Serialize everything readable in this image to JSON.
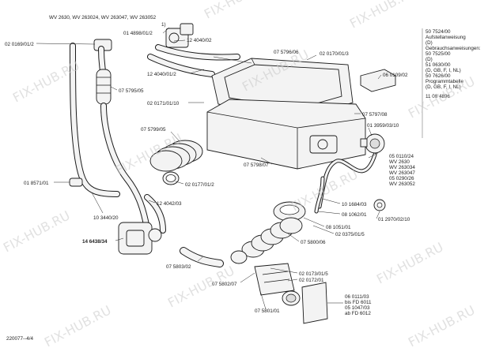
{
  "header": {
    "models": "WV 2630, WV 263024, WV 263047, WV 263052"
  },
  "footer": {
    "ref": "220077--4/4"
  },
  "watermark": {
    "text": "FIX-HUB.RU"
  },
  "side_panel": {
    "lines": [
      "50 7524/00",
      "Aufstellanweisung",
      "(D)",
      "Gebrauchsanweisungen:",
      "50 7525/00",
      "(D)",
      "51 0630/00",
      "(D, GB, F, I, NL)",
      "50 7626/00",
      "Programmtabelle",
      "(D, GB, F, I, NL)",
      "11 08 4896"
    ]
  },
  "labels": {
    "p01": "01 4898/01/2",
    "p02": "12 4040/02",
    "p03": "02 0169/01/2",
    "p04": "07 5796/06",
    "p05": "02 0170/01/3",
    "p06": "12 4040/01/2",
    "p07": "07 5795/05",
    "p08": "06 0109/02",
    "p09": "02 0171/01/10",
    "p10": "07 5797/08",
    "p11": "07 5799/05",
    "p12": "01 3959/03/10",
    "p13": "07 5798/07",
    "p14": "02 0177/01/2",
    "p15": "05 0110/24",
    "p16": "WV 2630",
    "p17": "WV 263034",
    "p18": "WV 263047",
    "p19": "05 0290/26",
    "p20": "WV 263052",
    "p21": "01 8571/01",
    "p22": "12 4042/03",
    "p23": "10 1684/03",
    "p24": "10 3440/20",
    "p25": "08 1062/01",
    "p26": "01 2970/02/10",
    "p27": "08 1051/01",
    "p28": "02 0375/01/5",
    "p29": "14 6438/34",
    "p30": "07 5800/06",
    "p31": "07 5803/02",
    "p32": "02 0173/01/5",
    "p33": "07 5802/07",
    "p34": "02 0172/01",
    "p35": "06 0111/03",
    "p36": "bis FD 6011",
    "p37": "05 1047/03",
    "p38": "ab FD 6012",
    "p39": "07 5801/01"
  }
}
